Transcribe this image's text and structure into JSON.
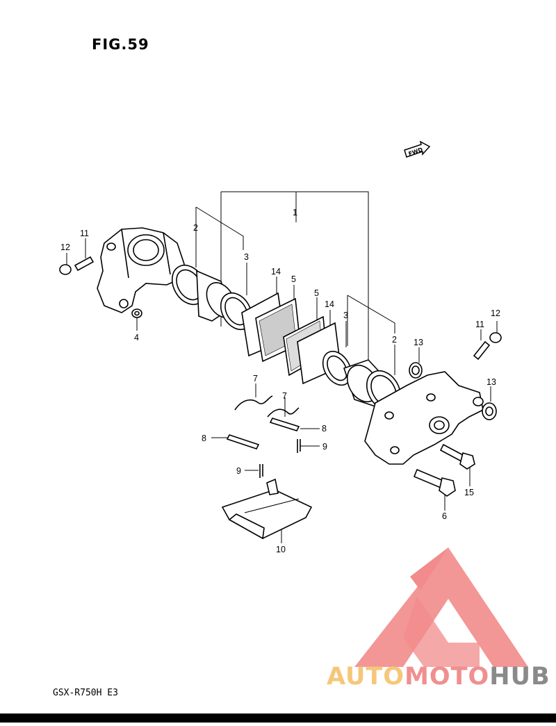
{
  "figure": {
    "title": "FIG.59",
    "model": "GSX-R750H E3"
  },
  "fwd_label": "FWD",
  "watermark": {
    "text_part1": "AUTO",
    "text_part2": "MOTO",
    "text_part3": "HUB",
    "colors": {
      "auto": "#f5c77a",
      "moto": "#f08f8f",
      "hub": "#8a8a8a",
      "triangle": "#f28b8b"
    }
  },
  "callouts": [
    "1",
    "2",
    "3",
    "14",
    "5",
    "5",
    "14",
    "3",
    "2",
    "12",
    "11",
    "4",
    "12",
    "11",
    "13",
    "13",
    "7",
    "7",
    "8",
    "8",
    "9",
    "9",
    "15",
    "6",
    "10"
  ]
}
